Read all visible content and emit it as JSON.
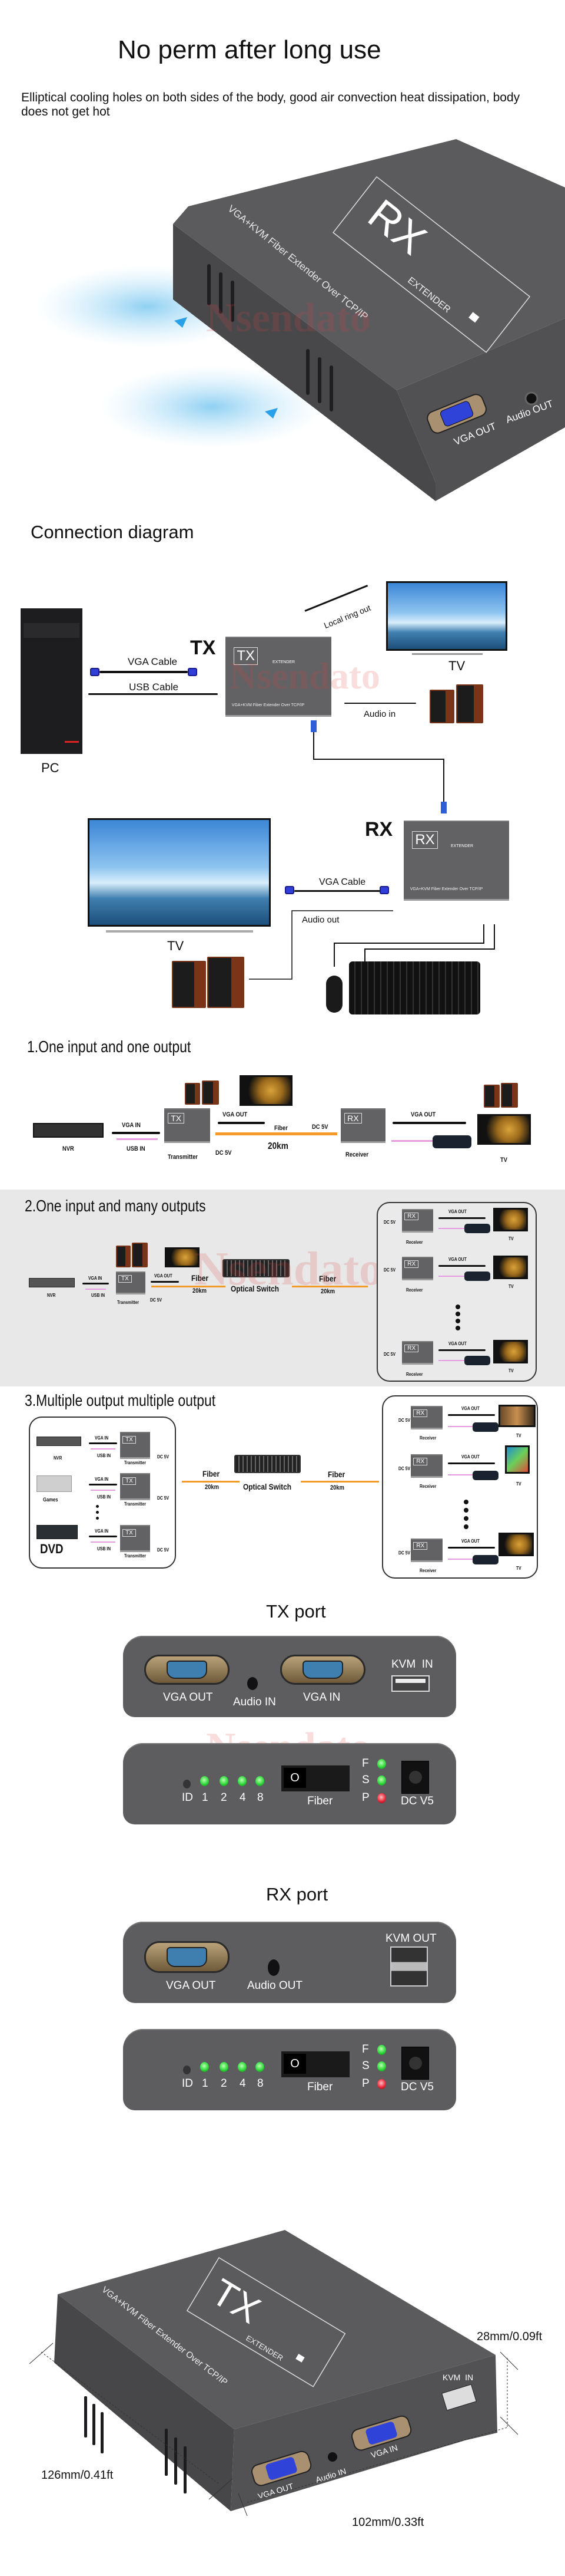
{
  "watermark": "Nsendato",
  "hero": {
    "title": "No perm after long use",
    "description": "Elliptical cooling holes on both sides of the body, good air convection heat dissipation, body does not get hot",
    "device": {
      "badge": "RX",
      "extender": "EXTENDER",
      "model_text": "VGA+KVM Fiber Extender Over TCP/IP",
      "port_vga": "VGA OUT",
      "port_audio": "Audio OUT"
    }
  },
  "connection": {
    "title": "Connection diagram",
    "pc": "PC",
    "tx": "TX",
    "rx": "RX",
    "vga_cable": "VGA Cable",
    "usb_cable": "USB Cable",
    "local_ring_out": "Local ring out",
    "tv": "TV",
    "audio_in": "Audio in",
    "audio_out": "Audio out",
    "unit_extender": "EXTENDER",
    "unit_model": "VGA+KVM Fiber Extender Over TCP/IP"
  },
  "scenario1": {
    "title": "1.One input and one output",
    "nvr": "NVR",
    "vga_in": "VGA IN",
    "usb_in": "USB IN",
    "transmitter": "Transmitter",
    "vga_out": "VGA OUT",
    "fiber": "Fiber",
    "distance": "20km",
    "dc": "DC 5V",
    "receiver": "Receiver",
    "tv": "TV",
    "tx": "TX",
    "rx": "RX"
  },
  "scenario2": {
    "title": "2.One input and many outputs",
    "optical_switch": "Optical Switch"
  },
  "scenario3": {
    "title": "3.Multiple output multiple output",
    "sources": [
      "NVR",
      "Games",
      "DVD"
    ]
  },
  "tx_port": {
    "title": "TX port",
    "front": {
      "vga_out": "VGA OUT",
      "audio": "Audio IN",
      "vga_in": "VGA IN",
      "kvm": "KVM  IN"
    }
  },
  "rx_port": {
    "title": "RX port",
    "front": {
      "vga_out": "VGA OUT",
      "audio": "Audio OUT",
      "kvm": "KVM OUT"
    }
  },
  "rear_panel": {
    "id": "ID",
    "leds": [
      "1",
      "2",
      "4",
      "8"
    ],
    "switch": "O",
    "fiber": "Fiber",
    "status": [
      "F",
      "S",
      "P"
    ],
    "dc": "DC V5",
    "status_colors": {
      "F": "#2fd83a",
      "S": "#2fd83a",
      "P": "#e8283a"
    }
  },
  "dimensions": {
    "badge": "TX",
    "extender": "EXTENDER",
    "model_text": "VGA+KVM Fiber Extender Over TCP/IP",
    "ports": {
      "vga_out": "VGA OUT",
      "audio": "Audio IN",
      "vga_in": "VGA IN",
      "kvm": "KVM  IN"
    },
    "height": "28mm/0.09ft",
    "length": "126mm/0.41ft",
    "width": "102mm/0.33ft"
  }
}
